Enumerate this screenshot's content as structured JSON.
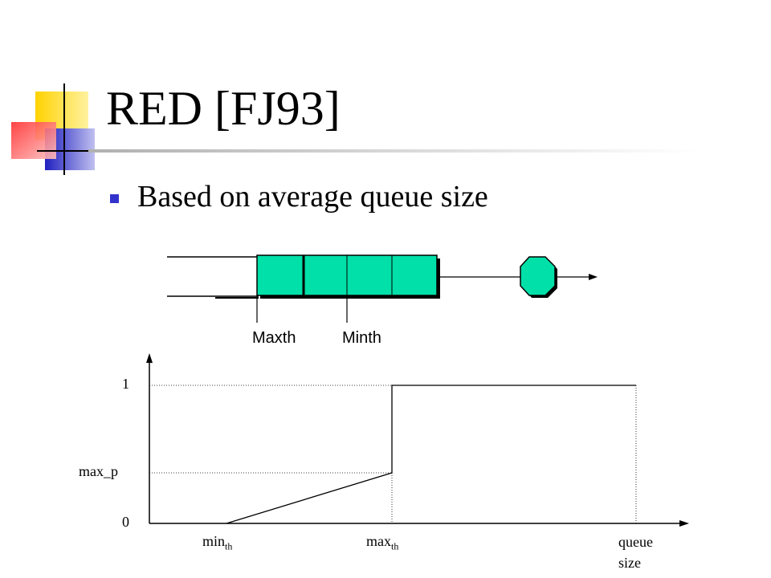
{
  "slide": {
    "title": "RED [FJ93]",
    "bullet": "Based on average queue size"
  },
  "queue_diagram": {
    "marker_labels": [
      "Maxth",
      "Minth"
    ],
    "fill_color": "#00e0a8",
    "server_shape": "octagon"
  },
  "graph": {
    "y_labels": {
      "one": "1",
      "max_p": "max_p",
      "zero": "0"
    },
    "x_labels": {
      "min_main": "min",
      "min_sub": "th",
      "max_main": "max",
      "max_sub": "th",
      "queue_line1": "queue",
      "queue_line2": "size"
    }
  },
  "theme": {
    "accent_yellow": "#ffd700",
    "accent_blue": "#3030c0",
    "accent_red": "#ff4040"
  }
}
